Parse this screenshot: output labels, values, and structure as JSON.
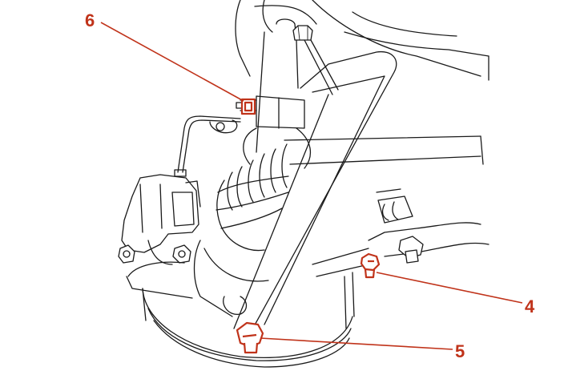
{
  "colors": {
    "line": "#1a1a1a",
    "callout": "#c0331a",
    "background": "#ffffff"
  },
  "callouts": [
    {
      "id": "6",
      "label": "6"
    },
    {
      "id": "4",
      "label": "4"
    },
    {
      "id": "5",
      "label": "5"
    }
  ]
}
